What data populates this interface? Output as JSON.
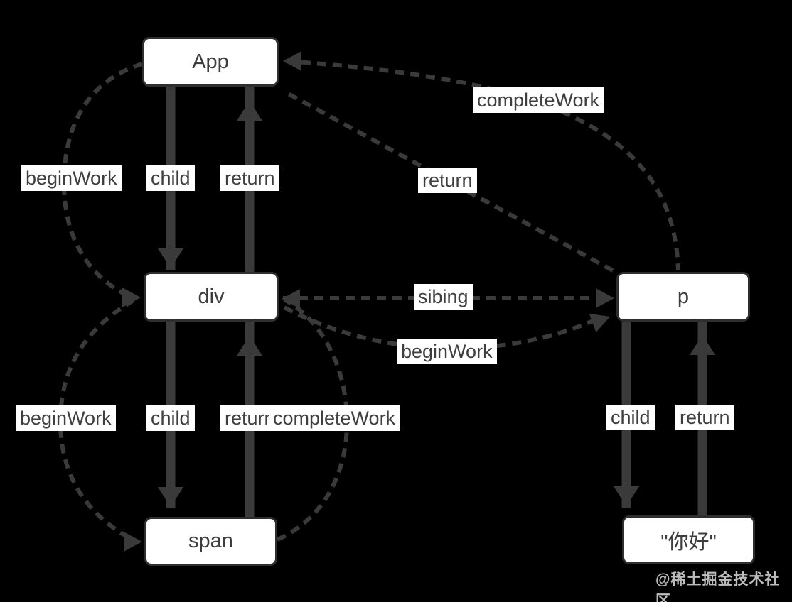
{
  "diagram": {
    "colors": {
      "background": "#000000",
      "line": "#3a3a3a",
      "node_fill": "#ffffff",
      "node_border": "#2e2e2e",
      "node_text": "#3d3d3d",
      "label_bg": "#ffffff",
      "label_text": "#3f3f3f",
      "watermark_text": "#bdbdbd"
    },
    "nodes": [
      {
        "id": "app",
        "label": "App"
      },
      {
        "id": "div",
        "label": "div"
      },
      {
        "id": "p",
        "label": "p"
      },
      {
        "id": "span",
        "label": "span"
      },
      {
        "id": "text-nihao",
        "label": "\"你好\""
      }
    ],
    "edge_labels": [
      {
        "id": "beginwork-app-div",
        "text": "beginWork"
      },
      {
        "id": "child-app-div",
        "text": "child"
      },
      {
        "id": "return-div-app",
        "text": "return"
      },
      {
        "id": "completework-p-app",
        "text": "completeWork"
      },
      {
        "id": "return-p-app",
        "text": "return"
      },
      {
        "id": "sibing-div-p",
        "text": "sibing"
      },
      {
        "id": "beginwork-div-p",
        "text": "beginWork"
      },
      {
        "id": "beginwork-div-span",
        "text": "beginWork"
      },
      {
        "id": "child-div-span",
        "text": "child"
      },
      {
        "id": "return-span-div",
        "text": "return"
      },
      {
        "id": "completework-span-div",
        "text": "completeWork"
      },
      {
        "id": "child-p-text",
        "text": "child"
      },
      {
        "id": "return-text-p",
        "text": "return"
      }
    ],
    "watermark": "@稀土掘金技术社区"
  }
}
